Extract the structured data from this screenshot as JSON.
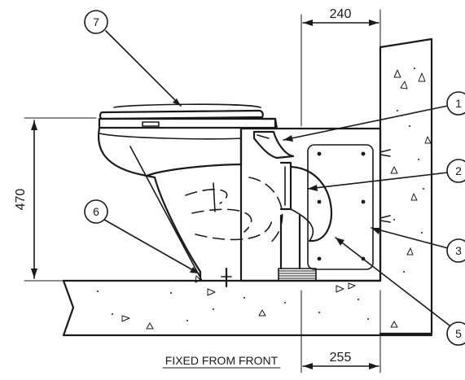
{
  "diagram": {
    "caption": "FIXED FROM FRONT",
    "dimensions": {
      "top_width": "240",
      "bottom_width": "255",
      "height": "470"
    },
    "callouts": [
      "1",
      "2",
      "3",
      "5",
      "6",
      "7"
    ]
  }
}
